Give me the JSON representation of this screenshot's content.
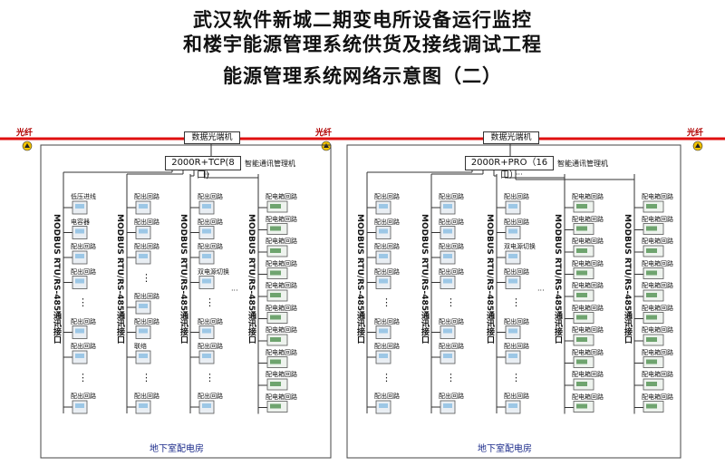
{
  "title": {
    "line1": "武汉软件新城二期变电所设备运行监控",
    "line2": "和楼宇能源管理系统供货及接线调试工程",
    "line3": "能源管理系统网络示意图（二）"
  },
  "fiber_label": "光纤",
  "colors": {
    "fiber": "#e01010",
    "line": "#333333",
    "room_text": "#1a2a8a"
  },
  "sections": [
    {
      "switch_label": "数据光端机",
      "gateway_label": "2000R+TCP(8口)",
      "gateway_desc": "智能通讯管理机",
      "room_label": "地下室配电房",
      "bus_label": "MODBUS RTU/RS-485通讯接口",
      "columns": [
        {
          "device": "meter",
          "labels": [
            "低压进线",
            "电容器",
            "配出回路",
            "配出回路",
            "",
            "配出回路",
            "配出回路",
            "",
            "配出回路"
          ]
        },
        {
          "device": "meter",
          "labels": [
            "配出回路",
            "配出回路",
            "配出回路",
            "",
            "配出回路",
            "配出回路",
            "联络",
            "",
            "配出回路"
          ]
        },
        {
          "device": "meter",
          "labels": [
            "配出回路",
            "配出回路",
            "配出回路",
            "双电源切换",
            "",
            "配出回路",
            "配出回路",
            "",
            "配出回路"
          ]
        },
        {
          "device": "box",
          "labels": [
            "配电箱回路",
            "配电箱回路",
            "配电箱回路",
            "配电箱回路",
            "配电箱回路",
            "配电箱回路",
            "配电箱回路",
            "配电箱回路",
            "配电箱回路",
            "配电箱回路"
          ]
        }
      ]
    },
    {
      "switch_label": "数据光端机",
      "gateway_label": "2000R+PRO（16口）",
      "gateway_desc": "智能通讯管理机",
      "room_label": "地下室配电房",
      "bus_label": "MODBUS RTU/RS-485通讯接口",
      "columns": [
        {
          "device": "meter",
          "labels": [
            "配出回路",
            "配出回路",
            "配出回路",
            "配出回路",
            "",
            "配出回路",
            "配出回路",
            "",
            "配出回路"
          ]
        },
        {
          "device": "meter",
          "labels": [
            "配出回路",
            "配出回路",
            "配出回路",
            "配出回路",
            "",
            "配出回路",
            "配出回路",
            "",
            "配出回路"
          ]
        },
        {
          "device": "meter",
          "labels": [
            "配出回路",
            "配出回路",
            "双电源切换",
            "配出回路",
            "",
            "配出回路",
            "配出回路",
            "",
            "配出回路"
          ]
        },
        {
          "device": "box",
          "labels": [
            "配电箱回路",
            "配电箱回路",
            "配电箱回路",
            "配电箱回路",
            "配电箱回路",
            "配电箱回路",
            "配电箱回路",
            "配电箱回路",
            "配电箱回路",
            "配电箱回路"
          ]
        },
        {
          "device": "box",
          "labels": [
            "配电箱回路",
            "配电箱回路",
            "配电箱回路",
            "配电箱回路",
            "配电箱回路",
            "配电箱回路",
            "配电箱回路",
            "配电箱回路",
            "配电箱回路",
            "配电箱回路"
          ]
        }
      ]
    }
  ],
  "ellipsis": "···",
  "vertical_dots": "⋮"
}
